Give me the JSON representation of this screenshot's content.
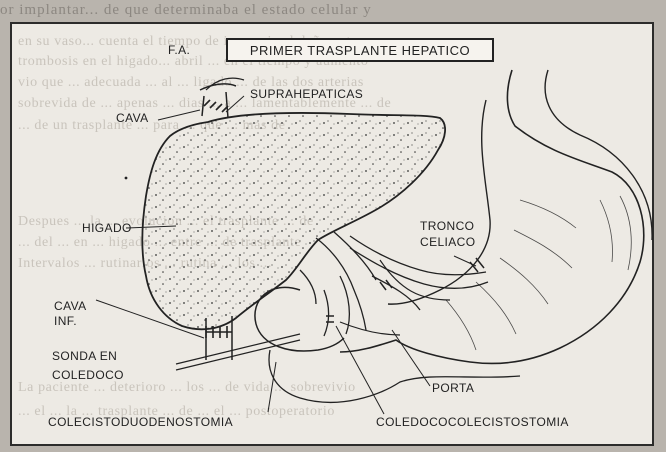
{
  "background_text": {
    "lines": [
      "or implantar... de que determinaba el estado celular y",
      "en su vaso... cuenta el tiempo de isquemia el daño extre",
      "trombosis en el higado... abril ... en el tiempo y aumento",
      "vio que ... adecuada ... al ... ligado ... de las dos arterias",
      "sobrevida de ... apenas ... dias ... a ... lamentablemente ... de",
      "... de un trasplante ... para ... que ... mas de"
    ],
    "lower_lines": [
      "Despues ... la ... evolucion ... el trasplante ... de",
      "... del ... en ... higado ... entre ... de trasplante",
      "Intervalos ... rutinarios ... rutina ... los ..."
    ],
    "bottom_lines": [
      "La paciente ... deterioro ... los ... de vida ... sobrevivio",
      "... el ... la ... trasplante ... de ... el ... postoperatorio"
    ]
  },
  "figure": {
    "initials": "F.A.",
    "title": "PRIMER TRASPLANTE HEPATICO",
    "labels": {
      "cava": "CAVA",
      "suprahepaticas": "SUPRAHEPATICAS",
      "higado": "HIGADO",
      "tronco_line1": "TRONCO",
      "tronco_line2": "CELIACO",
      "cava_inf_line1": "CAVA",
      "cava_inf_line2": "INF.",
      "sonda_line1": "SONDA EN",
      "sonda_line2": "COLEDOCO",
      "porta": "PORTA",
      "colecisto": "COLECISTODUODENOSTOMIA",
      "coledococolecisto": "COLEDOCOCOLECISTOSTOMIA"
    }
  },
  "colors": {
    "ink": "#222222",
    "paper": "#f2efe9",
    "page_bleed": "#b9b4ad"
  }
}
